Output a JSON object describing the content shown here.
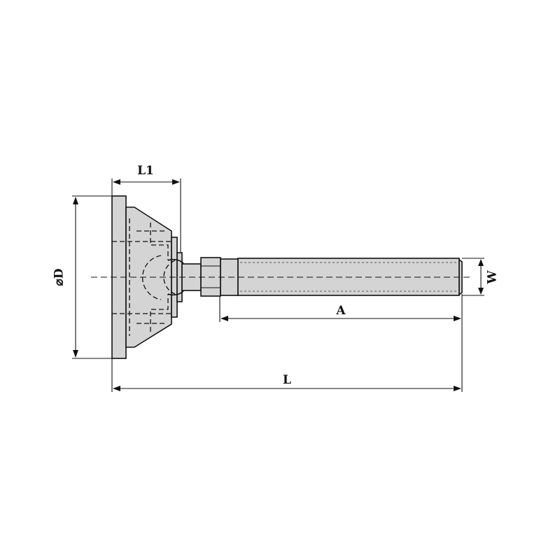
{
  "dimensions": {
    "diameter": "⌀D",
    "overall_length": "L",
    "base_length": "L1",
    "thread_length": "A",
    "thread_size": "W"
  }
}
